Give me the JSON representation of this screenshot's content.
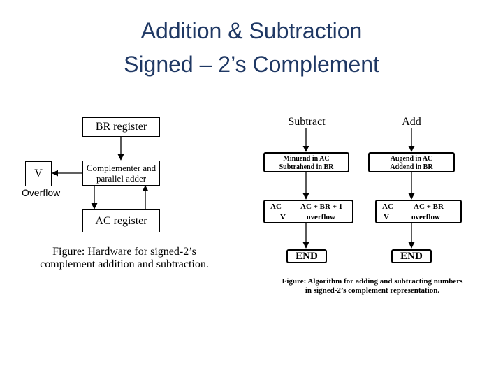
{
  "title": {
    "line1": "Addition & Subtraction",
    "line2": "Signed – 2’s Complement"
  },
  "hardware": {
    "br_register": "BR register",
    "complementer_line1": "Complementer and",
    "complementer_line2": "parallel adder",
    "v_label": "V",
    "overflow_label": "Overflow",
    "ac_register": "AC register",
    "caption_line1": "Figure: Hardware for signed-2’s",
    "caption_line2": "complement addition and subtraction."
  },
  "algorithm": {
    "subtract_label": "Subtract",
    "add_label": "Add",
    "sub_load_line1": "Minuend in AC",
    "sub_load_line2": "Subtrahend in BR",
    "add_load_line1": "Augend in AC",
    "add_load_line2": "Addend in BR",
    "sub_op_ac": "AC",
    "sub_op_expr_a": "AC + ",
    "sub_op_expr_br": "BR",
    "sub_op_expr_b": " + 1",
    "sub_op_v": "V",
    "sub_op_overflow": "overflow",
    "add_op_ac": "AC",
    "add_op_expr": "AC + BR",
    "add_op_v": "V",
    "add_op_overflow": "overflow",
    "end_sub": "END",
    "end_add": "END",
    "caption_line1": "Figure: Algorithm for adding and subtracting numbers",
    "caption_line2": "in signed-2’s complement representation."
  }
}
